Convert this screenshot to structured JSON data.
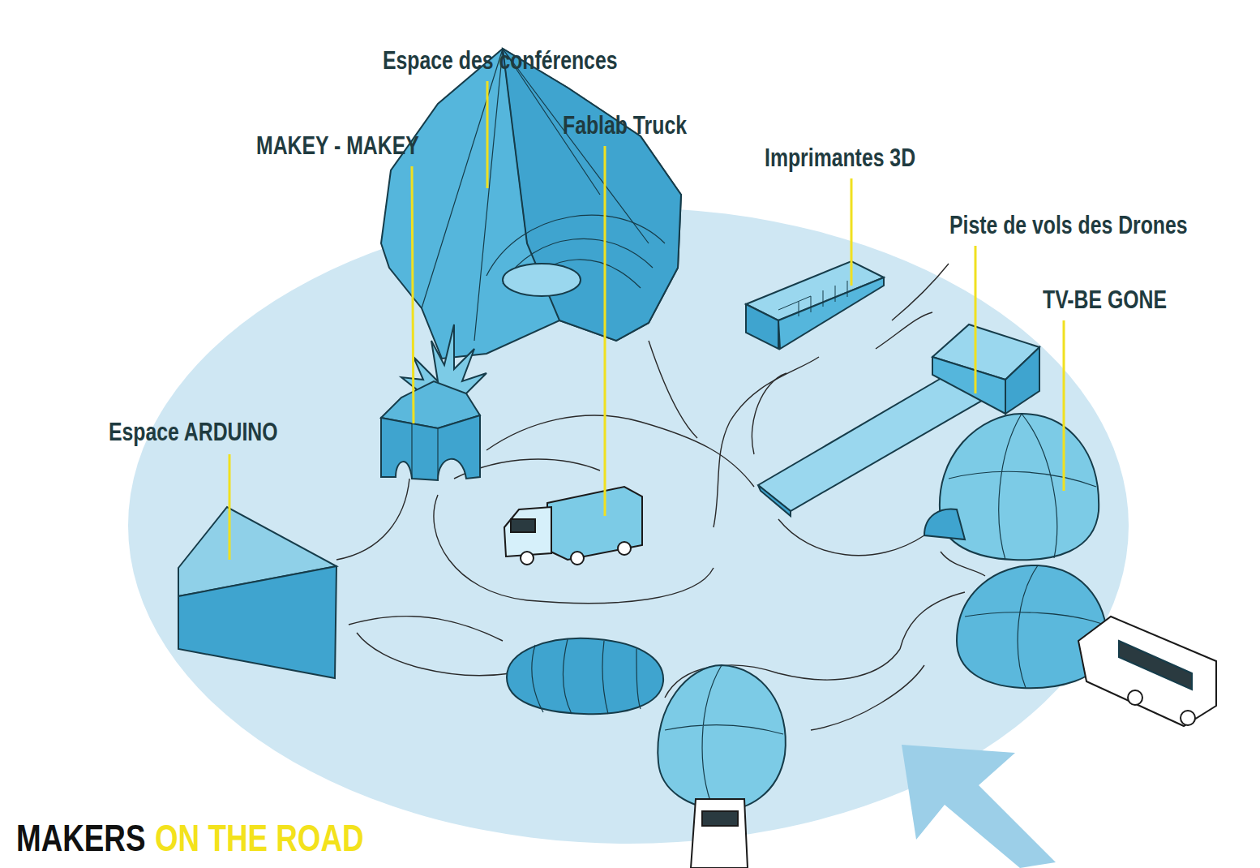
{
  "diagram": {
    "labels": [
      "Espace des conférences",
      "MAKEY - MAKEY",
      "Fablab Truck",
      "Imprimantes 3D",
      "Piste de vols des Drones",
      "TV-BE GONE",
      "Espace ARDUINO",
      "MAKERS",
      "ON THE ROAD"
    ]
  }
}
